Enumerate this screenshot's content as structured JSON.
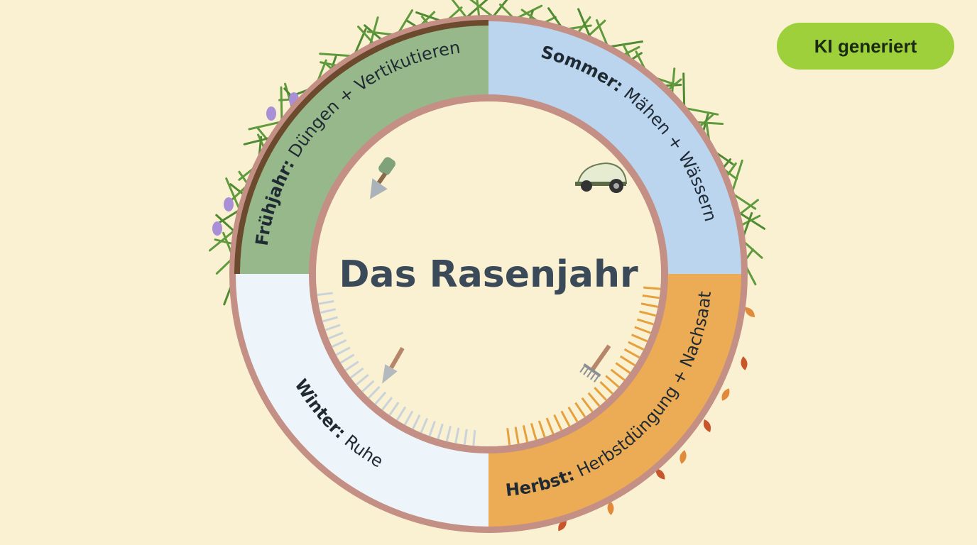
{
  "title": "Das Rasenjahr",
  "badge": {
    "label": "KI generiert"
  },
  "seasons": {
    "spring": {
      "name": "Frühjahr:",
      "task": " Düngen + Vertikutieren",
      "color": "#97b88a"
    },
    "summer": {
      "name": "Sommer:",
      "task": " Mähen + Wässern",
      "color": "#bcd5ef"
    },
    "autumn": {
      "name": "Herbst:",
      "task": " Herbstdüngung + Nachsaat",
      "color": "#ecab55"
    },
    "winter": {
      "name": "Winter:",
      "task": " Ruhe",
      "color": "#eef5fa"
    }
  },
  "colors": {
    "background": "#faf0d2",
    "ring_border": "#c48f84",
    "title": "#3a4a58",
    "badge": "#9dd03a",
    "grass": "#5f9a3c",
    "autumn_leaf": "#c9562a"
  }
}
